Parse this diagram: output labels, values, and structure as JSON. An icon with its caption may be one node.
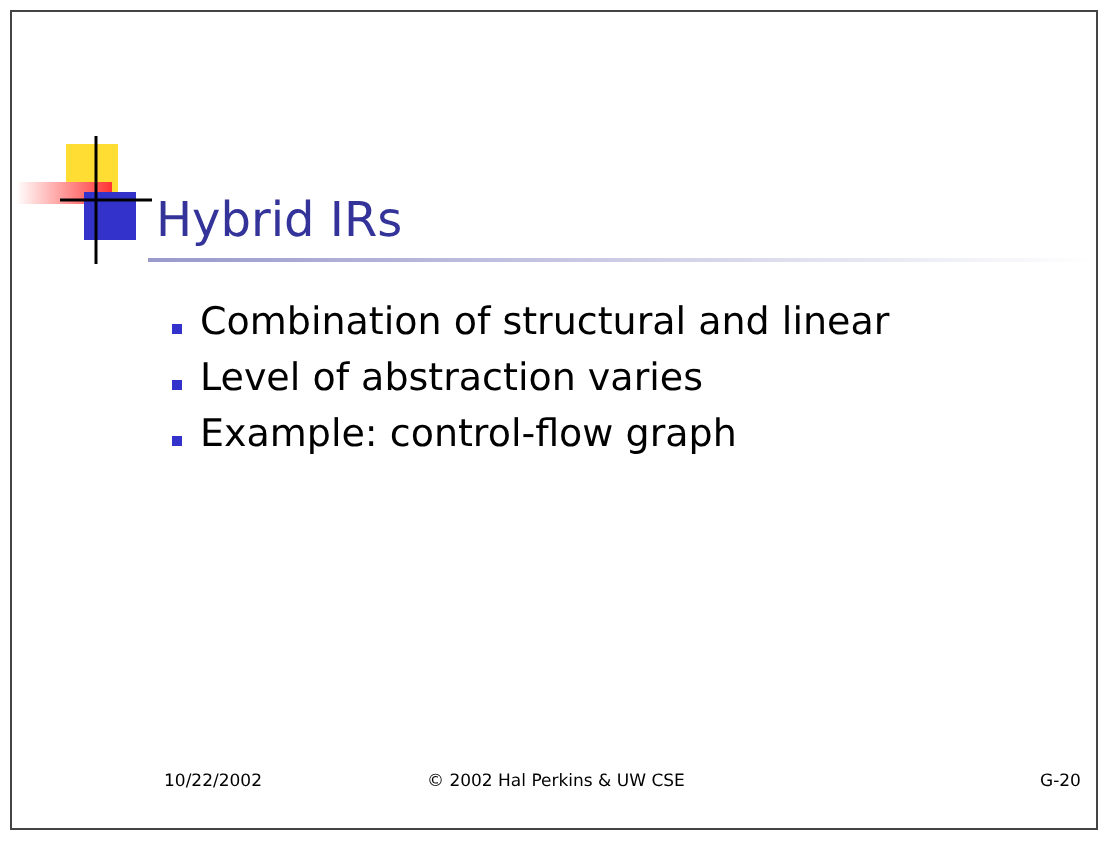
{
  "diagram": {
    "title": "Hybrid IRs",
    "labels": [
      "Combination of structural and linear",
      "Level of abstraction varies",
      "Example: control-flow graph",
      "10/22/2002",
      "© 2002 Hal Perkins & UW CSE",
      "G-20"
    ]
  }
}
